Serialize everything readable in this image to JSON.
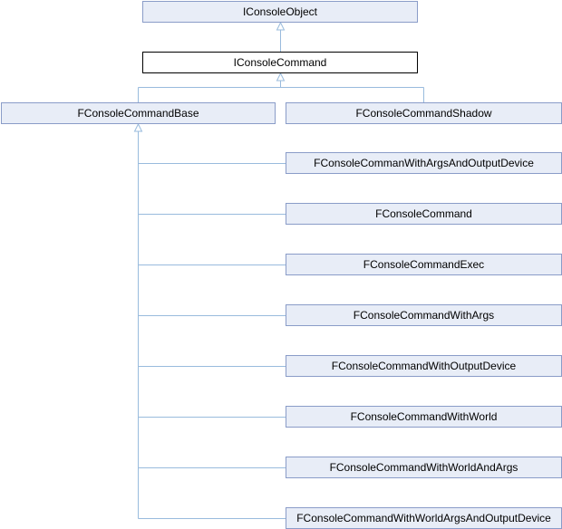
{
  "diagram": {
    "type": "inheritance",
    "colors": {
      "node_fill": "#e8edf7",
      "node_border": "#8a9cc8",
      "current_fill": "#ffffff",
      "current_border": "#000000",
      "edge": "#99bbdd"
    },
    "nodes": {
      "i_console_object": "IConsoleObject",
      "i_console_command": "IConsoleCommand",
      "f_console_command_base": "FConsoleCommandBase",
      "f_console_command_shadow": "FConsoleCommandShadow",
      "f_console_comman_with_args_and_output_device": "FConsoleCommanWithArgsAndOutputDevice",
      "f_console_command": "FConsoleCommand",
      "f_console_command_exec": "FConsoleCommandExec",
      "f_console_command_with_args": "FConsoleCommandWithArgs",
      "f_console_command_with_output_device": "FConsoleCommandWithOutputDevice",
      "f_console_command_with_world": "FConsoleCommandWithWorld",
      "f_console_command_with_world_and_args": "FConsoleCommandWithWorldAndArgs",
      "f_console_command_with_world_args_and_output_device": "FConsoleCommandWithWorldArgsAndOutputDevice"
    },
    "current": "IConsoleCommand"
  }
}
